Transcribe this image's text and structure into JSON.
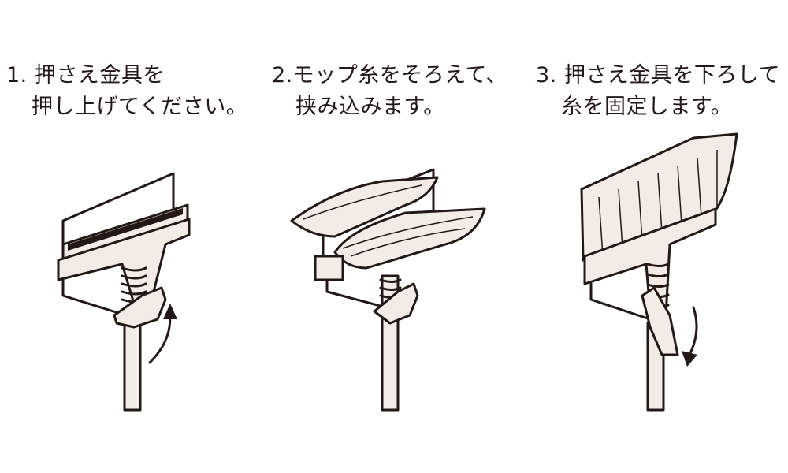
{
  "steps": [
    {
      "line1": "1. 押さえ金具を",
      "line2": "押し上げてください。"
    },
    {
      "line1": "2.モップ糸をそろえて、",
      "line2": "挟み込みます。"
    },
    {
      "line1": "3. 押さえ金具を下ろして",
      "line2": "糸を固定します。"
    }
  ],
  "colors": {
    "line": "#231815",
    "fill": "#f2ebe6"
  }
}
